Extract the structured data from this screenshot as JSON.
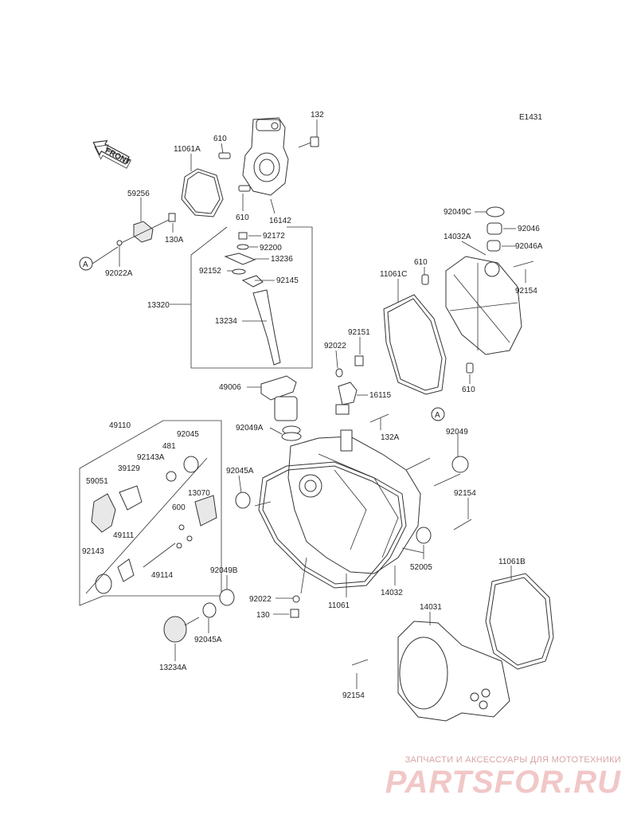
{
  "diagram_code": "E1431",
  "front_label": "FRONT",
  "watermark": {
    "tagline": "ЗАПЧАСТИ И АКСЕССУАРЫ ДЛЯ МОТОТЕХНИКИ",
    "logo": "PARTSFOR.RU"
  },
  "ref_marker": "A",
  "parts": [
    {
      "id": "p132",
      "label": "132"
    },
    {
      "id": "p610a",
      "label": "610"
    },
    {
      "id": "p11061A",
      "label": "11061A"
    },
    {
      "id": "p16142",
      "label": "16142"
    },
    {
      "id": "p610b",
      "label": "610"
    },
    {
      "id": "p59256",
      "label": "59256"
    },
    {
      "id": "p130A",
      "label": "130A"
    },
    {
      "id": "p92022A",
      "label": "92022A"
    },
    {
      "id": "p92172",
      "label": "92172"
    },
    {
      "id": "p92200",
      "label": "92200"
    },
    {
      "id": "p13236",
      "label": "13236"
    },
    {
      "id": "p92152",
      "label": "92152"
    },
    {
      "id": "p92145",
      "label": "92145"
    },
    {
      "id": "p13320",
      "label": "13320"
    },
    {
      "id": "p13234",
      "label": "13234"
    },
    {
      "id": "p49006",
      "label": "49006"
    },
    {
      "id": "p92049C",
      "label": "92049C"
    },
    {
      "id": "p92046",
      "label": "92046"
    },
    {
      "id": "p14032A",
      "label": "14032A"
    },
    {
      "id": "p92046A",
      "label": "92046A"
    },
    {
      "id": "p610c",
      "label": "610"
    },
    {
      "id": "p11061C",
      "label": "11061C"
    },
    {
      "id": "p92154a",
      "label": "92154"
    },
    {
      "id": "p92151",
      "label": "92151"
    },
    {
      "id": "p92022",
      "label": "92022"
    },
    {
      "id": "p610d",
      "label": "610"
    },
    {
      "id": "p16115",
      "label": "16115"
    },
    {
      "id": "p92049A",
      "label": "92049A"
    },
    {
      "id": "p132A",
      "label": "132A"
    },
    {
      "id": "p49110",
      "label": "49110"
    },
    {
      "id": "p92045",
      "label": "92045"
    },
    {
      "id": "p481",
      "label": "481"
    },
    {
      "id": "p92143A",
      "label": "92143A"
    },
    {
      "id": "p39129",
      "label": "39129"
    },
    {
      "id": "p59051",
      "label": "59051"
    },
    {
      "id": "p13070",
      "label": "13070"
    },
    {
      "id": "p600",
      "label": "600"
    },
    {
      "id": "p49111",
      "label": "49111"
    },
    {
      "id": "p92143",
      "label": "92143"
    },
    {
      "id": "p49114",
      "label": "49114"
    },
    {
      "id": "p92045A",
      "label": "92045A"
    },
    {
      "id": "p92049",
      "label": "92049"
    },
    {
      "id": "p92154b",
      "label": "92154"
    },
    {
      "id": "p52005",
      "label": "52005"
    },
    {
      "id": "p14032",
      "label": "14032"
    },
    {
      "id": "p92049B",
      "label": "92049B"
    },
    {
      "id": "p92022b",
      "label": "92022"
    },
    {
      "id": "p130",
      "label": "130"
    },
    {
      "id": "p11061",
      "label": "11061"
    },
    {
      "id": "p92045Ab",
      "label": "92045A"
    },
    {
      "id": "p13234A",
      "label": "13234A"
    },
    {
      "id": "p11061B",
      "label": "11061B"
    },
    {
      "id": "p14031",
      "label": "14031"
    },
    {
      "id": "p92154c",
      "label": "92154"
    }
  ]
}
